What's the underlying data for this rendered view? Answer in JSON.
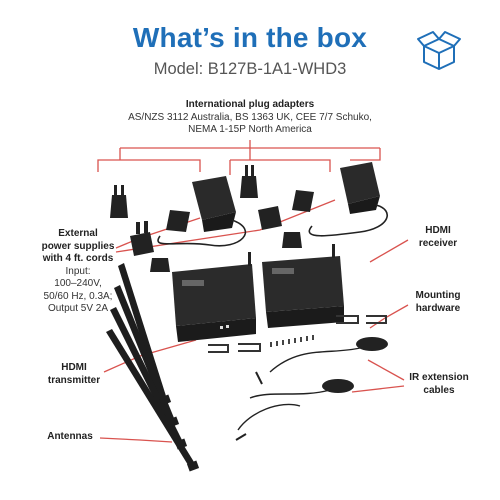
{
  "header": {
    "title": "What’s in the box",
    "model": "Model: B127B-1A1-WHD3"
  },
  "labels": {
    "plug_adapters_title": "International plug adapters",
    "plug_adapters_desc_1": "AS/NZS 3112 Australia, BS 1363 UK, CEE 7/7 Schuko,",
    "plug_adapters_desc_2": "NEMA 1-15P North America",
    "power_title_1": "External",
    "power_title_2": "power supplies",
    "power_title_3": "with 4 ft. cords",
    "power_spec_1": "Input:",
    "power_spec_2": "100–240V,",
    "power_spec_3": "50/60 Hz, 0.3A;",
    "power_spec_4": "Output 5V 2A",
    "receiver_1": "HDMI",
    "receiver_2": "receiver",
    "mounting_1": "Mounting",
    "mounting_2": "hardware",
    "ir_1": "IR extension",
    "ir_2": "cables",
    "transmitter_1": "HDMI",
    "transmitter_2": "transmitter",
    "antennas": "Antennas"
  },
  "colors": {
    "title_blue": "#1f6fb8",
    "callout_red": "#d9534f",
    "device_dark": "#2a2a2a"
  },
  "icons": {
    "box": "open-box-icon"
  }
}
